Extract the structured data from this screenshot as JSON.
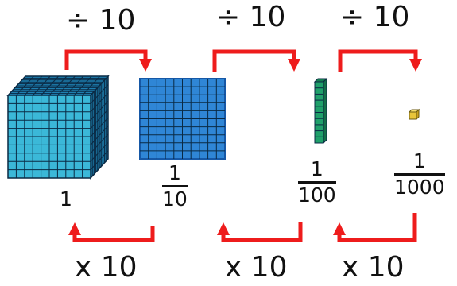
{
  "colors": {
    "arrow": "#ee1c1c",
    "cube_front": "#3bb8d8",
    "cube_top": "#1e7fb0",
    "cube_side": "#1a6f9a",
    "flat": "#2f86d6",
    "flat_edge": "#1658a6",
    "rod": "#1fa06a",
    "unit": "#e9c53a",
    "grid_line": "#0a2a44",
    "text": "#111111"
  },
  "divide_labels": [
    "÷ 10",
    "÷ 10",
    "÷ 10"
  ],
  "multiply_labels": [
    "x 10",
    "x 10",
    "x 10"
  ],
  "blocks": [
    {
      "kind": "thousand-cube",
      "value_label": "1"
    },
    {
      "kind": "hundred-flat",
      "numerator": "1",
      "denominator": "10"
    },
    {
      "kind": "ten-rod",
      "numerator": "1",
      "denominator": "100"
    },
    {
      "kind": "unit-cube",
      "numerator": "1",
      "denominator": "1000"
    }
  ]
}
